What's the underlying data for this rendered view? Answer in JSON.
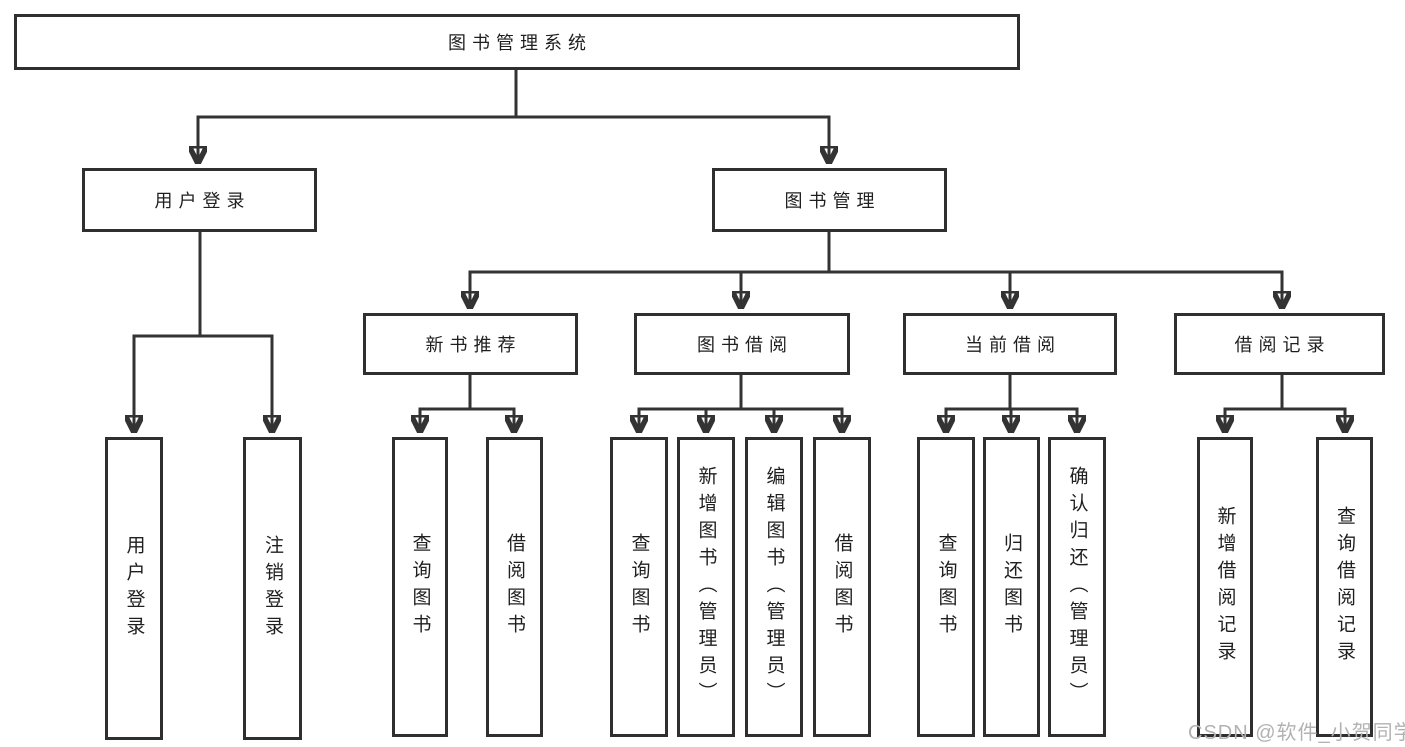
{
  "diagram_title": "图书管理系统",
  "watermark_text": "CSDN @软件_小贺同学",
  "colors": {
    "line": "#333333",
    "box_border": "#2f2f2f",
    "text": "#1f1f1f",
    "watermark": "#b2b2b2",
    "background": "#ffffff"
  },
  "nodes": {
    "root": "图书管理系统",
    "user_login": "用户登录",
    "book_management": "图书管理",
    "login_children": [
      "用户登录",
      "注销登录"
    ],
    "modules": [
      "新书推荐",
      "图书借阅",
      "当前借阅",
      "借阅记录"
    ],
    "recommend_children": [
      "查询图书",
      "借阅图书"
    ],
    "borrow_children": [
      "查询图书",
      "新增图书（管理员）",
      "编辑图书（管理员）",
      "借阅图书"
    ],
    "current_children": [
      "查询图书",
      "归还图书",
      "确认归还（管理员）"
    ],
    "record_children": [
      "新增借阅记录",
      "查询借阅记录"
    ]
  }
}
